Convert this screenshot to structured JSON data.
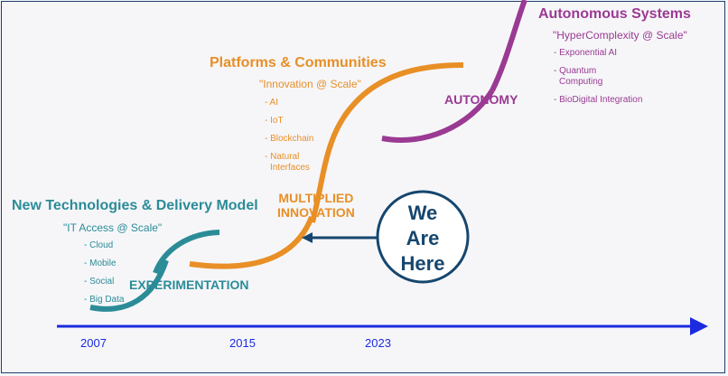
{
  "phases": {
    "new_tech": {
      "title": "New Technologies & Delivery Model",
      "tagline": "\"IT Access @ Scale\"",
      "items": [
        "- Cloud",
        "- Mobile",
        "- Social",
        "- Big Data"
      ],
      "stage": "EXPERIMENTATION",
      "color": "#2b8c97"
    },
    "platforms": {
      "title": "Platforms & Communities",
      "tagline": "\"Innovation @ Scale\"",
      "items": [
        "- AI",
        "- IoT",
        "- Blockchain",
        "- Natural",
        "Interfaces"
      ],
      "stage_line1": "MULTIPLIED",
      "stage_line2": "INNOVATION",
      "color": "#e88f26"
    },
    "autonomous": {
      "title": "Autonomous Systems",
      "tagline": "\"HyperComplexity @ Scale\"",
      "items": [
        "- Exponential AI",
        "- Quantum",
        "Computing",
        "- BioDigital Integration"
      ],
      "stage": "AUTONOMY",
      "color": "#9a3a92"
    }
  },
  "marker": {
    "line1": "We",
    "line2": "Are",
    "line3": "Here",
    "color": "#16466e"
  },
  "timeline": {
    "years": [
      "2007",
      "2015",
      "2023"
    ],
    "color": "#1a2be0"
  }
}
